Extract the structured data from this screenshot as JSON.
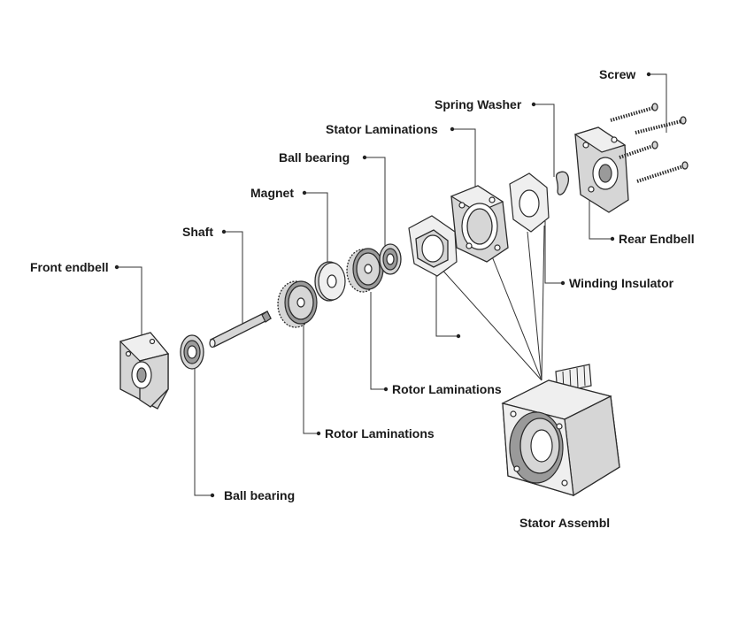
{
  "labels": {
    "screw": "Screw",
    "spring_washer": "Spring Washer",
    "stator_laminations": "Stator Laminations",
    "ball_bearing_top": "Ball bearing",
    "magnet": "Magnet",
    "shaft": "Shaft",
    "front_endbell": "Front endbell",
    "rear_endbell": "Rear Endbell",
    "winding_insulator": "Winding Insulator",
    "rotor_laminations_mid": "Rotor Laminations",
    "rotor_laminations_low": "Rotor Laminations",
    "ball_bearing_bottom": "Ball bearing",
    "stator_assembly": "Stator Assembl"
  }
}
